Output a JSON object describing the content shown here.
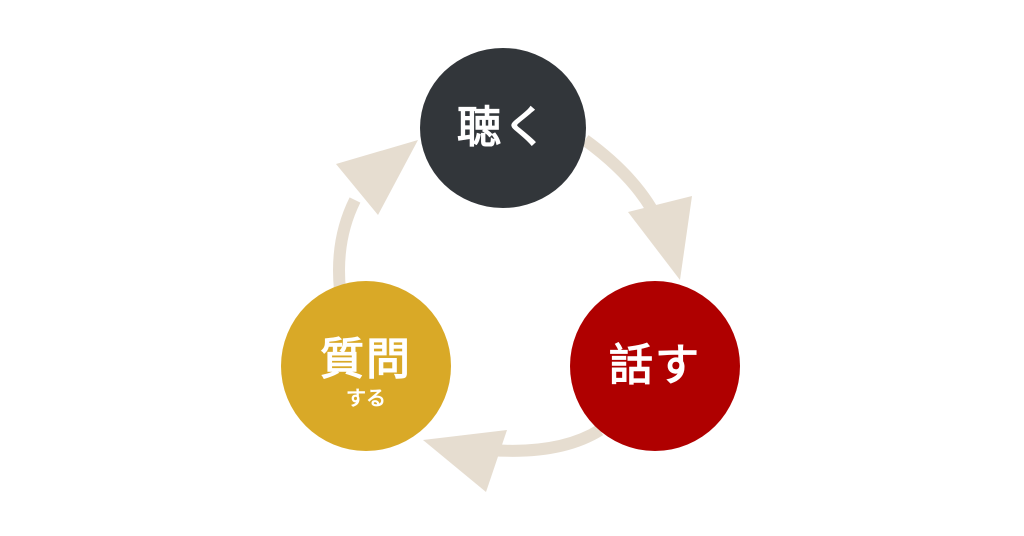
{
  "nodes": {
    "listen": {
      "label": "聴く",
      "color": "#32363a"
    },
    "speak": {
      "label": "話す",
      "color": "#af0000"
    },
    "ask": {
      "label": "質問",
      "sublabel": "する",
      "color": "#d9a927"
    }
  },
  "arrow_color": "#e6ddd0"
}
